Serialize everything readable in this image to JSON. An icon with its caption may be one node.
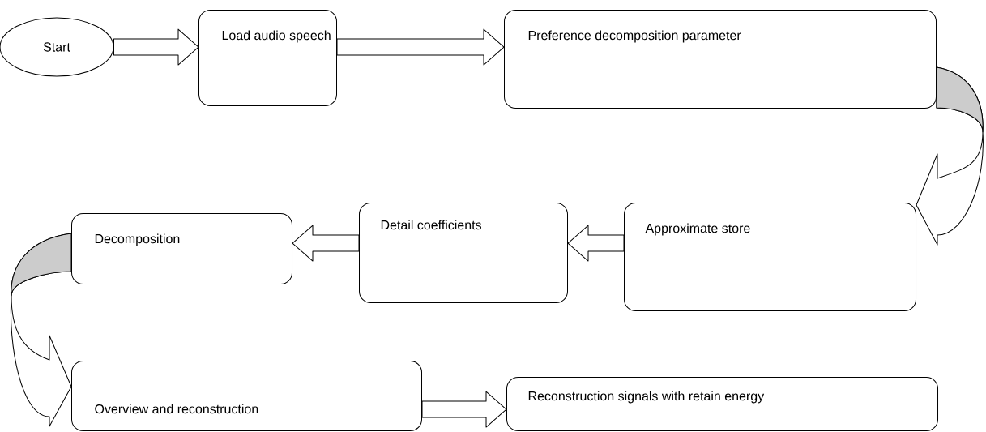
{
  "diagram": {
    "nodes": [
      {
        "text": [
          "Start"
        ]
      },
      {
        "text": [
          "Load audio speech"
        ]
      },
      {
        "text": [
          "Preference decomposition parameter"
        ]
      },
      {
        "text": [
          "Approximate store"
        ]
      },
      {
        "text": [
          "Detail coefficients"
        ]
      },
      {
        "text": [
          "Decomposition"
        ]
      },
      {
        "text": [
          "Overview and reconstruction"
        ]
      },
      {
        "text": [
          "Reconstruction signals with retain energy"
        ]
      }
    ],
    "edges": [
      {
        "from": 0,
        "to": 1,
        "arrow": "to"
      },
      {
        "from": 1,
        "to": 2,
        "arrow": "to"
      },
      {
        "from": 2,
        "to": 3,
        "arrow": "to"
      },
      {
        "from": 3,
        "to": 4,
        "arrow": "to"
      },
      {
        "from": 4,
        "to": 5,
        "arrow": "to"
      },
      {
        "from": 5,
        "to": 6,
        "arrow": "to"
      },
      {
        "from": 6,
        "to": 7,
        "arrow": "to"
      }
    ]
  }
}
